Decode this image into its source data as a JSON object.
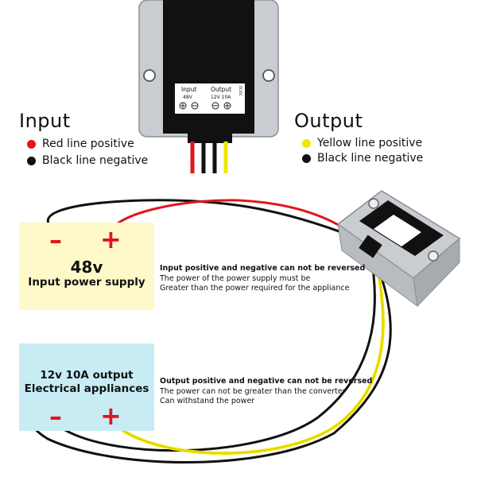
{
  "product_label": {
    "input_title": "Input",
    "input_value": "48V",
    "output_title": "Output",
    "output_value": "12V 10A",
    "side_text": "DC/DC"
  },
  "input_section": {
    "title": "Input",
    "legend": [
      {
        "color": "#e0161c",
        "text": "Red line positive"
      },
      {
        "color": "#111111",
        "text": "Black line negative"
      }
    ]
  },
  "output_section": {
    "title": "Output",
    "legend": [
      {
        "color": "#f2e600",
        "text": "Yellow line positive"
      },
      {
        "color": "#111111",
        "text": "Black line negative"
      }
    ]
  },
  "input_box": {
    "minus": "–",
    "plus": "+",
    "voltage": "48v",
    "label": "Input power supply",
    "bg": "#fdf9c8"
  },
  "output_box": {
    "line1": "12v 10A output",
    "line2": "Electrical appliances",
    "minus": "–",
    "plus": "+",
    "bg": "#c8ecf4"
  },
  "input_note": {
    "title": "Input positive and negative can not be reversed",
    "line1": "The power of the power supply must be",
    "line2": "Greater than the power required for the appliance"
  },
  "output_note": {
    "title": "Output positive and negative can not be reversed",
    "line1": "The power can not be greater than the converter",
    "line2": "Can withstand the power"
  }
}
